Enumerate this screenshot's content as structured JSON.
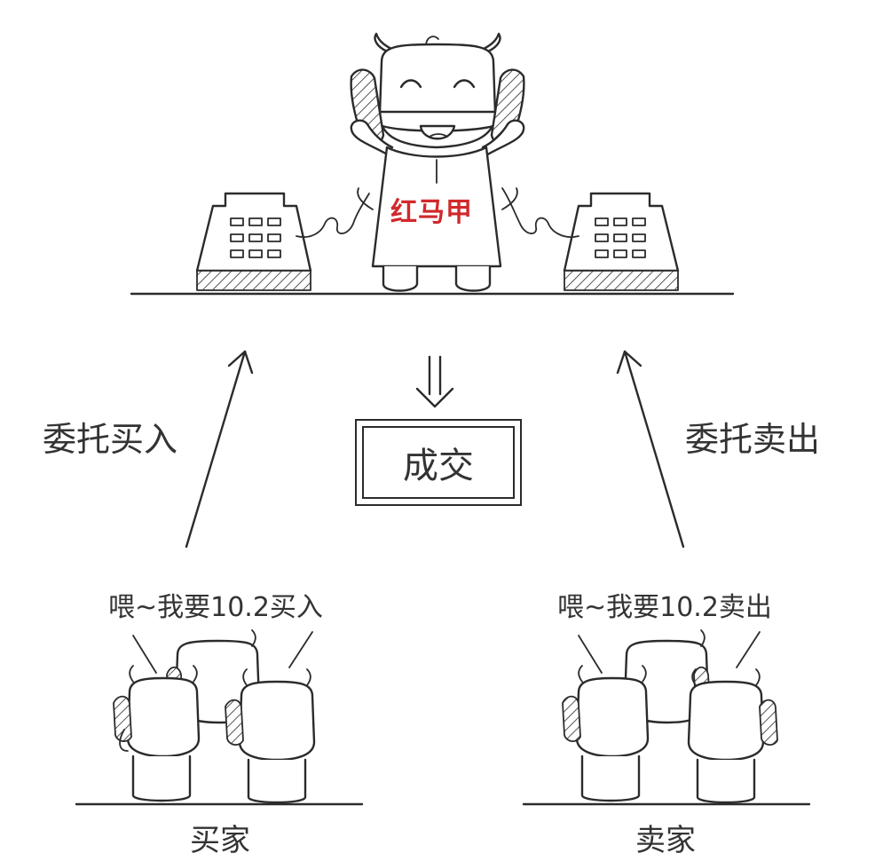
{
  "broker": {
    "vest_text": "红马甲"
  },
  "deal": {
    "label": "成交",
    "arrow_glyph": "⇓"
  },
  "left": {
    "action": "委托买入",
    "speech": "喂~我要10.2买入",
    "group": "买家"
  },
  "right": {
    "action": "委托卖出",
    "speech": "喂~我要10.2卖出",
    "group": "卖家"
  },
  "colors": {
    "line": "#2b2b2b",
    "text": "#333333",
    "vest": "#d0292d",
    "background": "#ffffff"
  },
  "icons": [
    "telephone-icon",
    "bull-mascot-icon",
    "arrow-up-icon",
    "double-arrow-down-icon"
  ]
}
